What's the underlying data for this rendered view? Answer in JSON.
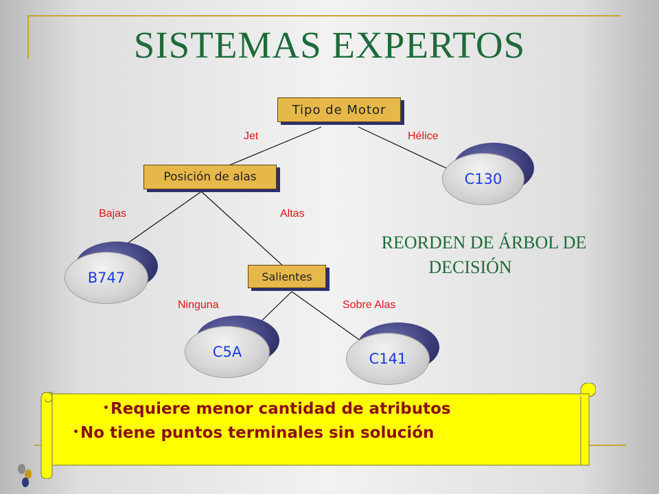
{
  "title": "SISTEMAS EXPERTOS",
  "tree": {
    "root": "Tipo de Motor",
    "root_edges": {
      "left": "Jet",
      "right": "Hélice"
    },
    "wing_node": "Posición de alas",
    "wing_edges": {
      "left": "Bajas",
      "right": "Altas"
    },
    "bumps_node": "Salientes",
    "bumps_edges": {
      "left": "Ninguna",
      "right": "Sobre Alas"
    },
    "leaves": {
      "c130": "C130",
      "b747": "B747",
      "c5a": "C5A",
      "c141": "C141"
    }
  },
  "subtitle": {
    "line1": "REORDEN DE ÁRBOL DE",
    "line2": "DECISIÓN"
  },
  "scroll_points": [
    "Requiere menor cantidad de atributos",
    "No tiene puntos terminales sin solución"
  ],
  "colors": {
    "title": "#1e6b3a",
    "node_fill": "#e6b84a",
    "edge_label": "#e0141c",
    "leaf_text": "#1a3bdc",
    "scroll_fill": "#ffff00",
    "scroll_text": "#8b1010"
  }
}
